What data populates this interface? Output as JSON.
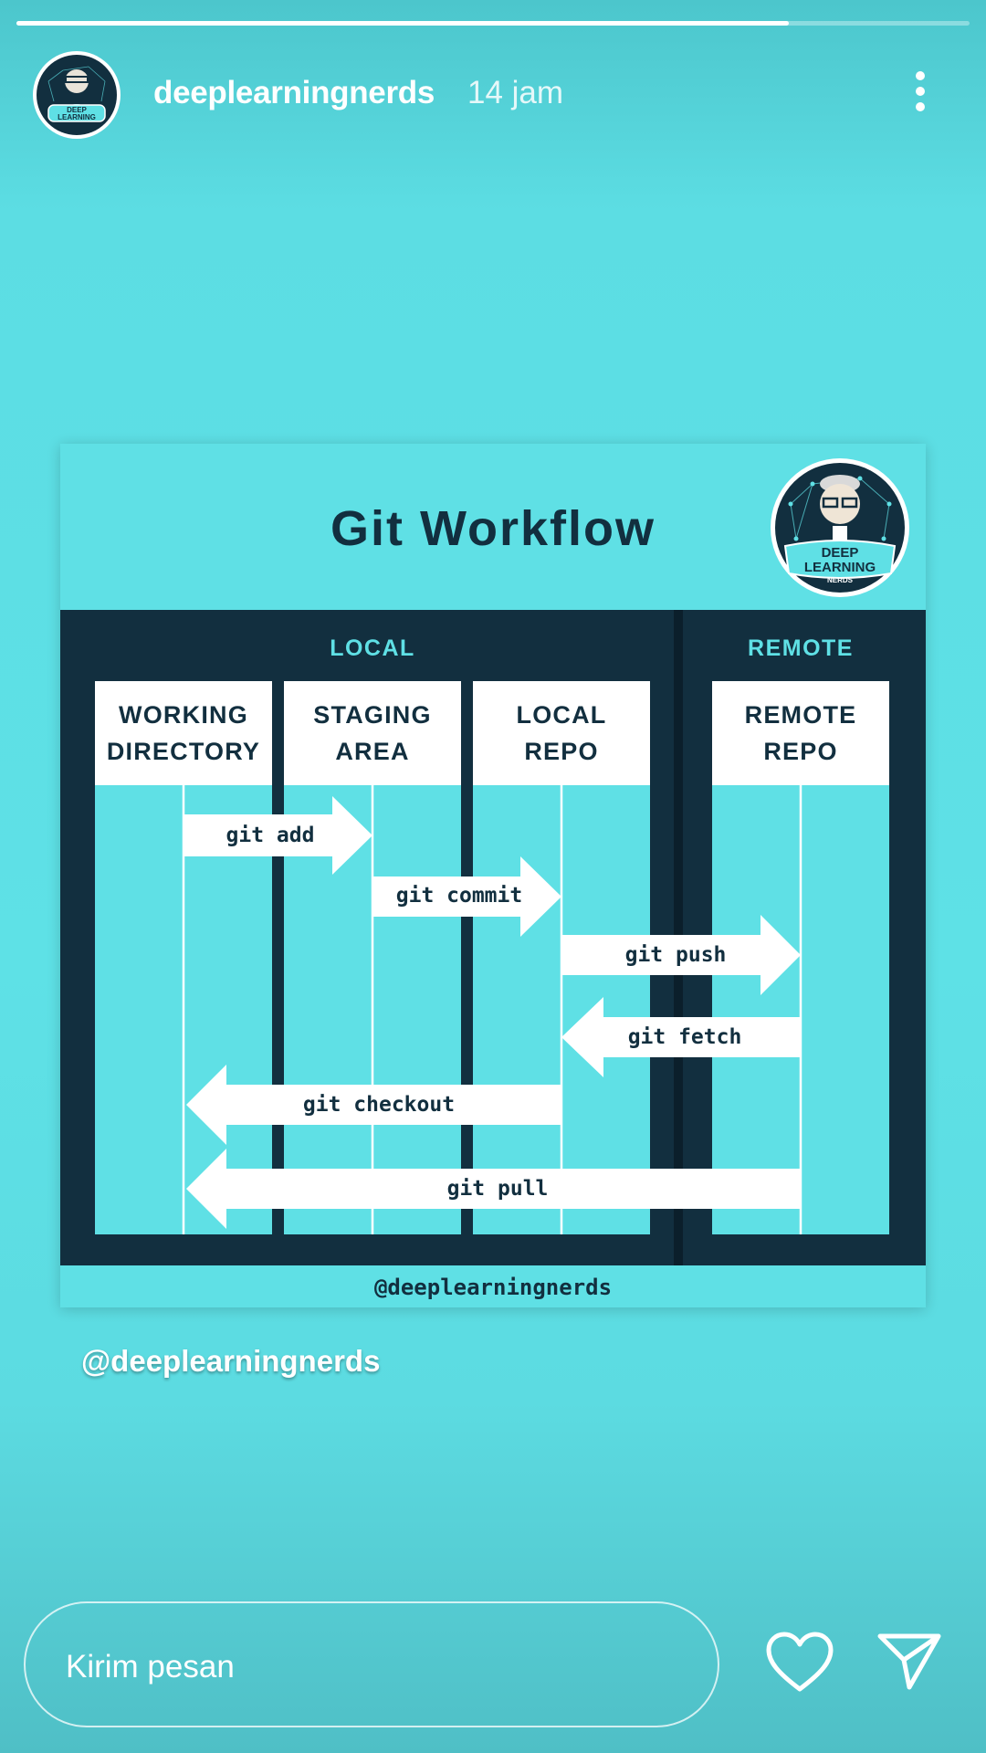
{
  "story": {
    "progress": 0.81,
    "username": "deeplearningnerds",
    "timestamp": "14 jam"
  },
  "graphic": {
    "title": "Git Workflow",
    "local_label": "LOCAL",
    "remote_label": "REMOTE",
    "columns": [
      {
        "label": "WORKING\nDIRECTORY"
      },
      {
        "label": "STAGING\nAREA"
      },
      {
        "label": "LOCAL\nREPO"
      },
      {
        "label": "REMOTE\nREPO"
      }
    ],
    "commands": {
      "add": "git add",
      "commit": "git commit",
      "push": "git push",
      "fetch": "git fetch",
      "checkout": "git checkout",
      "pull": "git pull"
    },
    "footer_handle": "@deeplearningnerds",
    "logo_text": [
      "DEEP",
      "LEARNING",
      "NERDS"
    ]
  },
  "caption": "@deeplearningnerds",
  "reply": {
    "placeholder": "Kirim pesan"
  },
  "icons": {
    "more": "more-vertical-icon",
    "like": "heart-icon",
    "send": "send-icon"
  },
  "colors": {
    "navy": "#122f3f",
    "cyan": "#5fe0e5",
    "white": "#ffffff"
  }
}
